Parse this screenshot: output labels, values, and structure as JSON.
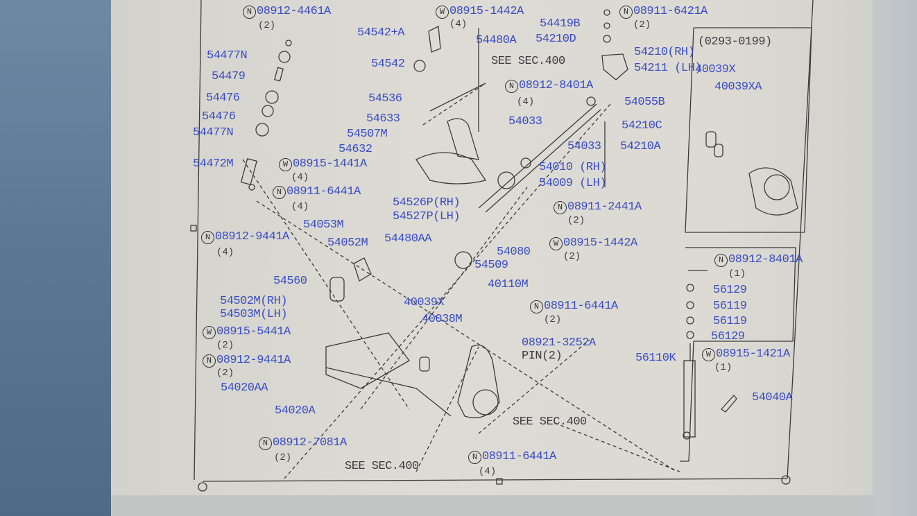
{
  "callouts": [
    {
      "m": "N",
      "t": "08912-4461A",
      "q": "(2)"
    },
    {
      "m": "W",
      "t": "08915-1442A",
      "q": "(4)"
    },
    {
      "t": "54542+A"
    },
    {
      "t": "54480A"
    },
    {
      "t": "54477N"
    },
    {
      "t": "54542"
    },
    {
      "t": "SEE SEC.400"
    },
    {
      "t": "54479"
    },
    {
      "t": "54476"
    },
    {
      "t": "54536"
    },
    {
      "m": "N",
      "t": "08912-8401A",
      "q": "(4)"
    },
    {
      "t": "54476"
    },
    {
      "t": "54633"
    },
    {
      "t": "54477N"
    },
    {
      "t": "54507M"
    },
    {
      "t": "54033"
    },
    {
      "t": "54632"
    },
    {
      "t": "54472M"
    },
    {
      "m": "W",
      "t": "08915-1441A",
      "q": "(4)"
    },
    {
      "m": "N",
      "t": "08911-6441A",
      "q": "(4)"
    },
    {
      "t": "54526P(RH)",
      "t2": "54527P(LH)"
    },
    {
      "m": "N",
      "t": "08911-6421A",
      "q": "(2)"
    },
    {
      "t": "54419B"
    },
    {
      "t": "54210D"
    },
    {
      "t": "54210(RH)",
      "t2": "54211 (LH)"
    },
    {
      "t": "54055B"
    },
    {
      "t": "54210C"
    },
    {
      "t": "54033",
      "t2": "54210A"
    },
    {
      "t": "54010 (RH)",
      "t2": "54009 (LH)"
    },
    {
      "m": "N",
      "t": "08911-2441A",
      "q": "(2)"
    },
    {
      "m": "W",
      "t": "08915-1442A",
      "q": "(2)"
    },
    {
      "t": "54080"
    },
    {
      "t": "54509"
    },
    {
      "t": "40110M"
    },
    {
      "m": "N",
      "t": "08912-9441A",
      "q": "(4)"
    },
    {
      "t": "54053M"
    },
    {
      "t": "54052M"
    },
    {
      "t": "54480AA"
    },
    {
      "t": "54560"
    },
    {
      "t": "54502M(RH)",
      "t2": "54503M(LH)"
    },
    {
      "t": "40039X"
    },
    {
      "t": "40038M"
    },
    {
      "m": "N",
      "t": "08911-6441A",
      "q": "(2)"
    },
    {
      "m": "W",
      "t": "08915-5441A",
      "q": "(2)"
    },
    {
      "t": "08921-3252A",
      "t2": "PIN(2)"
    },
    {
      "m": "N",
      "t": "08912-9441A",
      "q": "(2)"
    },
    {
      "t": "54020AA"
    },
    {
      "t": "54020A"
    },
    {
      "t": "SEE SEC.400"
    },
    {
      "m": "N",
      "t": "08912-7081A",
      "q": "(2)"
    },
    {
      "t": "SEE SEC.400"
    },
    {
      "m": "N",
      "t": "08911-6441A",
      "q": "(4)"
    }
  ],
  "inset_top": {
    "range": "(0293-0199)",
    "labels": [
      "40039X",
      "40039XA"
    ]
  },
  "inset_shock": {
    "nut": {
      "m": "N",
      "t": "08912-8401A",
      "q": "(1)"
    },
    "stack": [
      "56129",
      "56119",
      "56119",
      "56129"
    ],
    "shock": "56110K",
    "washer": {
      "m": "W",
      "t": "08915-1421A",
      "q": "(1)"
    },
    "bolt": "54040A"
  }
}
